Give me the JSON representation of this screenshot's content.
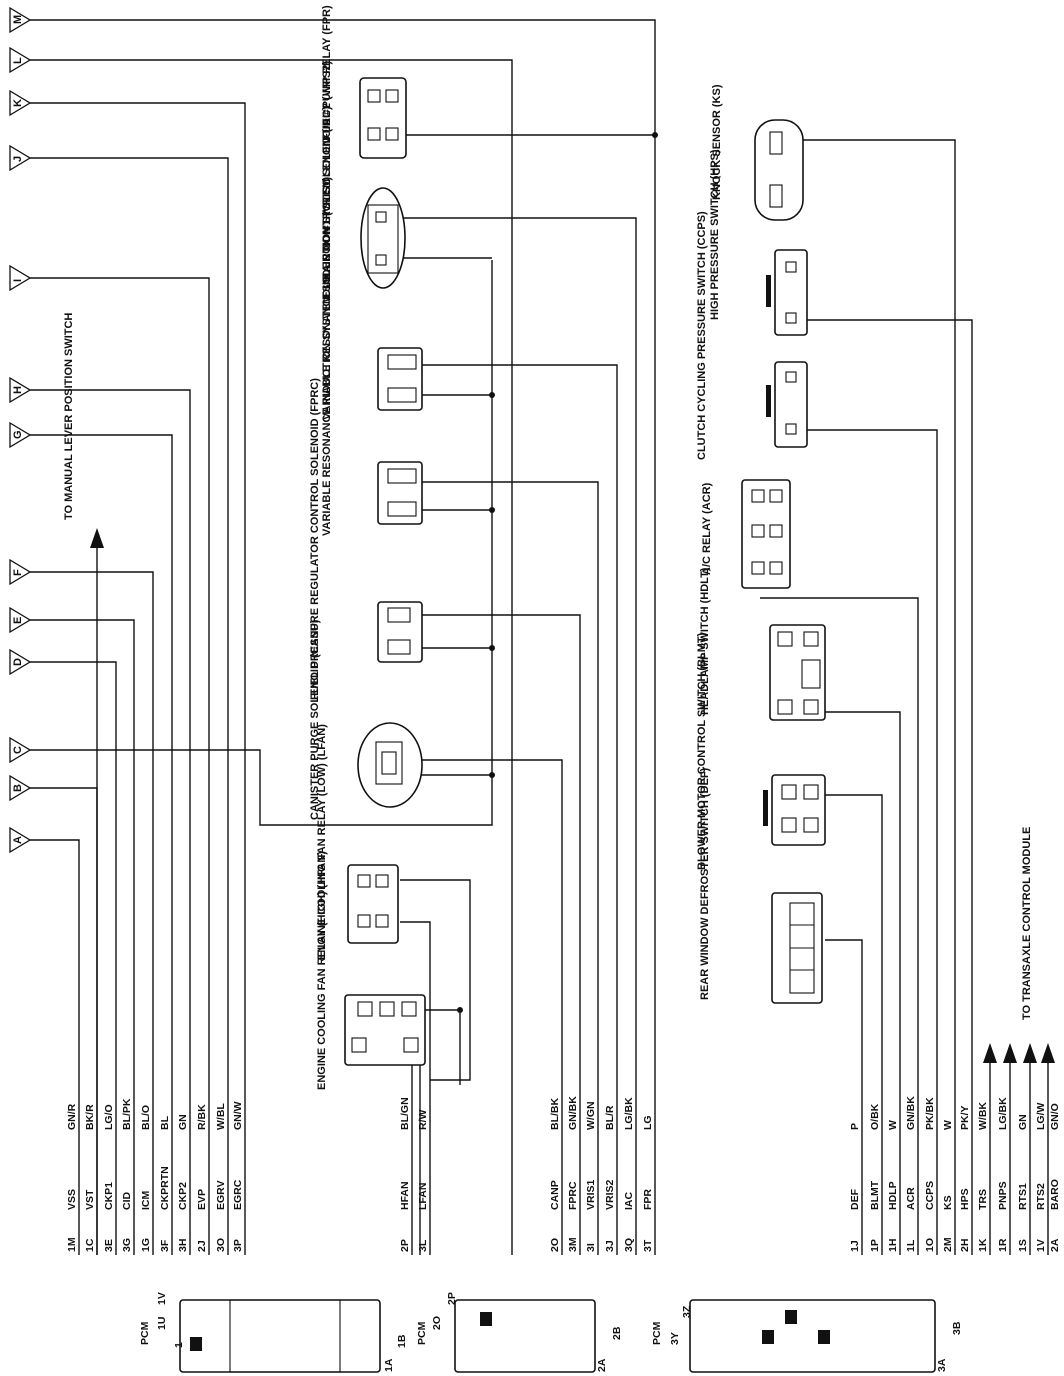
{
  "letters": [
    "M",
    "L",
    "K",
    "J",
    "I",
    "H",
    "G",
    "F",
    "E",
    "D",
    "C",
    "B",
    "A"
  ],
  "manual_lever": "TO MANUAL LEVER POSITION SWITCH",
  "transaxle": "TO TRANSAXLE CONTROL MODULE",
  "components": {
    "fpr": "FUEL PUMP RELAY (FPR)",
    "iac": "IDLE AIR CONTROL SOLENOID (IAC)",
    "vris2": "VARIABLE RESONANCE INDUCTION SYSTEM SOLENOID #2 (VRIS2)",
    "vris1": "VARIABLE RESONANCE INDUCTION SYSTEM SOLENOID #1 (VRIS1)",
    "fprc": "FUEL PRESSURE REGULATOR CONTROL SOLENOID (FPRC)",
    "canp": "CANISTER PURGE SOLENOID (CANP)",
    "lfan": "ENGINE COOLING FAN RELAY (LOW) (LFAN)",
    "hfan": "ENGINE COOLING FAN RELAY (HIGH) (HFAN)",
    "ks": "KNOCK SENSOR (KS)",
    "hps": "HIGH PRESSURE SWITCH (HPS)",
    "ccps": "CLUTCH CYCLING PRESSURE SWITCH (CCPS)",
    "acr": "A/C RELAY (ACR)",
    "hdlt": "HEADLAMP SWITCH (HDLT)",
    "blmt": "BLOWER MOTOR CONTROL SWITCH (BLMT)",
    "def": "REAR WINDOW DEFROSTER SWITCH (DEF)"
  },
  "pins_group1": [
    {
      "pin": "1M",
      "sig": "VSS",
      "color": "GN/R"
    },
    {
      "pin": "1C",
      "sig": "VST",
      "color": "BK/R"
    },
    {
      "pin": "3E",
      "sig": "CKP1",
      "color": "LG/O"
    },
    {
      "pin": "3G",
      "sig": "CID",
      "color": "BL/PK"
    },
    {
      "pin": "1G",
      "sig": "ICM",
      "color": "BL/O"
    },
    {
      "pin": "3F",
      "sig": "CKPRTN",
      "color": "BL"
    },
    {
      "pin": "3H",
      "sig": "CKP2",
      "color": "GN"
    },
    {
      "pin": "2J",
      "sig": "EVP",
      "color": "R/BK"
    },
    {
      "pin": "3O",
      "sig": "EGRV",
      "color": "W/BL"
    },
    {
      "pin": "3P",
      "sig": "EGRC",
      "color": "GN/W"
    }
  ],
  "pins_group2": [
    {
      "pin": "2P",
      "sig": "HFAN",
      "color": "BL/GN"
    },
    {
      "pin": "3L",
      "sig": "LFAN",
      "color": "R/W"
    }
  ],
  "pins_group3": [
    {
      "pin": "2O",
      "sig": "CANP",
      "color": "BL/BK"
    },
    {
      "pin": "3M",
      "sig": "FPRC",
      "color": "GN/BK"
    },
    {
      "pin": "3I",
      "sig": "VRIS1",
      "color": "W/GN"
    },
    {
      "pin": "3J",
      "sig": "VRIS2",
      "color": "BL/R"
    },
    {
      "pin": "3Q",
      "sig": "IAC",
      "color": "LG/BK"
    },
    {
      "pin": "3T",
      "sig": "FPR",
      "color": "LG"
    }
  ],
  "pins_group4": [
    {
      "pin": "1J",
      "sig": "DEF",
      "color": "P"
    },
    {
      "pin": "1P",
      "sig": "BLMT",
      "color": "O/BK"
    },
    {
      "pin": "1H",
      "sig": "HDLP",
      "color": "W"
    },
    {
      "pin": "1L",
      "sig": "ACR",
      "color": "GN/BK"
    },
    {
      "pin": "1O",
      "sig": "CCPS",
      "color": "PK/BK"
    },
    {
      "pin": "2M",
      "sig": "KS",
      "color": "W"
    },
    {
      "pin": "2H",
      "sig": "HPS",
      "color": "PK/Y"
    },
    {
      "pin": "1K",
      "sig": "TRS",
      "color": "W/BK"
    },
    {
      "pin": "1R",
      "sig": "PNPS",
      "color": "LG/BK"
    },
    {
      "pin": "1S",
      "sig": "RTS1",
      "color": "GN"
    },
    {
      "pin": "1V",
      "sig": "RTS2",
      "color": "LG/W"
    },
    {
      "pin": "2A",
      "sig": "BARO",
      "color": "GN/O"
    }
  ],
  "pcm1": {
    "name": "PCM",
    "top_left": "1U",
    "top_right": "1V",
    "bottom_left": "1",
    "right_top": "1B",
    "right_bottom": "1A"
  },
  "pcm2": {
    "name": "PCM",
    "top_left": "2O",
    "top_right": "2P",
    "right_top": "2B",
    "right_bottom": "2A"
  },
  "pcm3": {
    "name": "PCM",
    "top_left": "3Y",
    "top_right": "3Z",
    "right_top": "3B",
    "right_bottom": "3A"
  }
}
